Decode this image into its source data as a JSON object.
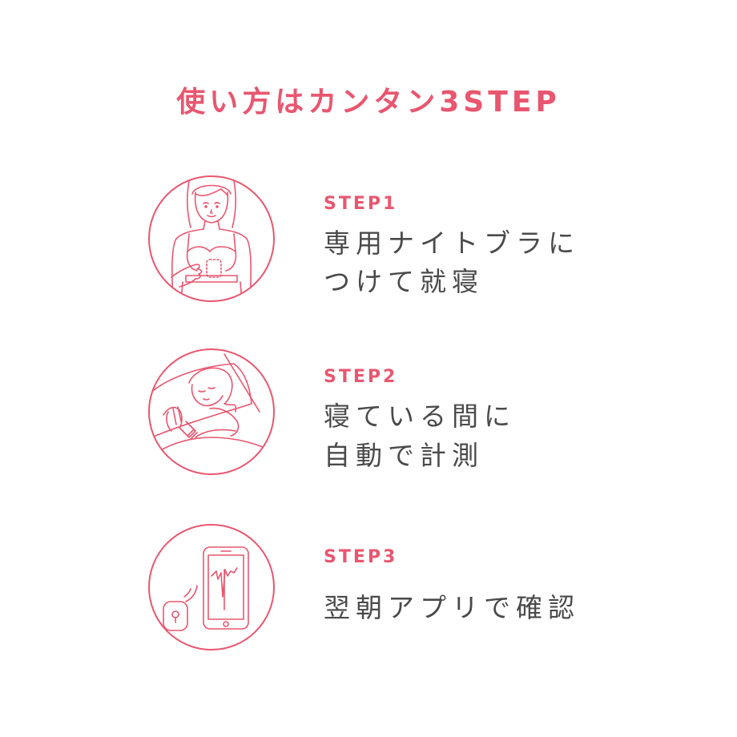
{
  "title": "使い方はカンタン3STEP",
  "accent_color": "#e9566f",
  "text_color": "#4a4a4a",
  "steps": [
    {
      "label": "STEP1",
      "lines": [
        "専用ナイトブラに",
        "つけて就寝"
      ],
      "icon": "woman-wearing-sensor-bra-icon"
    },
    {
      "label": "STEP2",
      "lines": [
        "寝ている間に",
        "自動で計測"
      ],
      "icon": "sleeping-woman-icon"
    },
    {
      "label": "STEP3",
      "lines": [
        "翌朝アプリで確認"
      ],
      "icon": "smartphone-app-with-sensor-icon"
    }
  ]
}
